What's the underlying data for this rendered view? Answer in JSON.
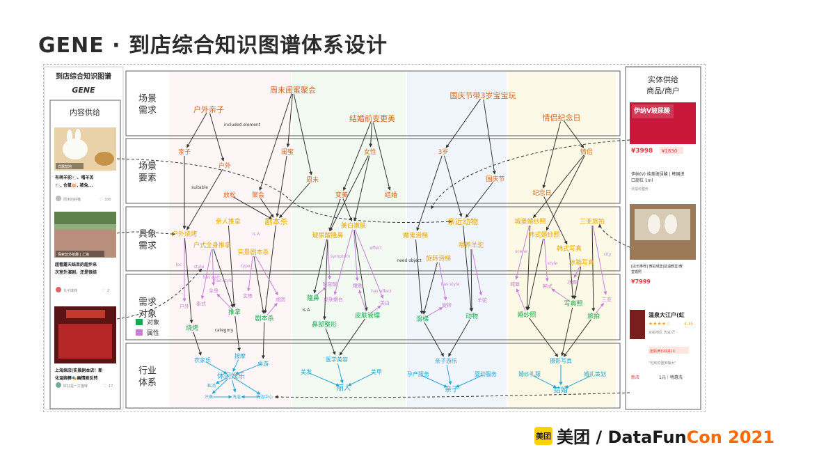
{
  "slide": {
    "title": "GENE · 到店综合知识图谱体系设计",
    "logo_badge": "美团",
    "logo_brand": "美团",
    "logo_sep": " / ",
    "logo_event_a": "DataFun",
    "logo_event_b": "Con 2021"
  },
  "left_panel": {
    "title": "到店综合知识图谱",
    "subtitle": "GENE",
    "section": "内容供给",
    "cards": [
      {
        "tag": "式露营地",
        "text_1": "有萌羊驼🐑、嘻羊羔",
        "text_2": "🐑, 仓鼠🐹, 被兔...",
        "author": "周末的好猫",
        "count": "330"
      },
      {
        "tag": "探索营外拾趣 | 上海",
        "text_1": "超看露天结束的超步来",
        "text_2": "次室外演剧，还是很结",
        "author": "丸子妹妹",
        "count": "2"
      },
      {
        "tag": "",
        "text_1": "上海探店|实景剧本店！新",
        "text_2": "化温婉棒🎭幽情剧反转",
        "author": "好好是一只猫咪",
        "count": "17"
      }
    ]
  },
  "right_panel": {
    "title_1": "实体供给",
    "title_2": "商品/商户",
    "p1_banner": "伊纳V玻尿酸",
    "p1_price": "¥3998",
    "p1_badge": "¥1830",
    "p1_l1": "伊纳(V)·纯美玻尿酸 | 韩国进",
    "p1_l2": "口部位 1ml",
    "p1_l3": "沃提科整形",
    "p2_l1": "[店长推荐] 微拍城堡|蓝温教堂/教",
    "p2_l2": "堂婚照",
    "p2_price": "¥7999",
    "p3_name": "温泉大江户(虹",
    "p3_rating": "4.35",
    "p3_area": "龙柏地区 洗浴/汗",
    "p3_tag": "团购满199减10",
    "p3_quote": "\"包房优雅安静大\"",
    "p3_new": "新店",
    "p3_foot": "1元｜特惠洗"
  },
  "rows": [
    {
      "label_1": "场景",
      "label_2": "需求"
    },
    {
      "label_1": "场景",
      "label_2": "要素"
    },
    {
      "label_1": "具象",
      "label_2": "需求"
    },
    {
      "label_1": "需求",
      "label_2": "对象"
    },
    {
      "label_1": "行业",
      "label_2": "体系"
    }
  ],
  "legend": {
    "object": "对象",
    "attribute": "属性"
  },
  "graph": {
    "scene_demands": [
      "户外亲子",
      "周末闺蜜聚会",
      "结婚前变更美",
      "国庆节带3岁宝宝玩",
      "情侣纪念日"
    ],
    "scene_elements": [
      "亲子",
      "户外",
      "放松",
      "聚会",
      "闺蜜",
      "周末",
      "女性",
      "变美",
      "结婚",
      "3岁",
      "国庆节",
      "情侣",
      "纪念日"
    ],
    "concrete_demands": [
      "户外烧烤",
      "亲人推拿",
      "剧本杀",
      "实景剧本杀",
      "户式全身推拿",
      "玻尿酸隆鼻",
      "美白嫩肤",
      "魔鬼滑梯",
      "亲近动物",
      "旋转滑梯",
      "喂养羊驼",
      "城堡婚纱照",
      "韩式婚纱照",
      "韩式写真",
      "三亚旅拍",
      "冰箱写真"
    ],
    "small_attrs": [
      "户外",
      "全身",
      "泰式",
      "实景",
      "成团",
      "玻尿酸",
      "嫩肤",
      "皮肤嫩白",
      "美白",
      "旋转",
      "羊驼",
      "城堡",
      "韩式",
      "冰箱",
      "三亚"
    ],
    "demand_objects": [
      "烧烤",
      "推拿",
      "剧本杀",
      "隆鼻",
      "鼻部整形",
      "皮肤管理",
      "滑梯",
      "动物",
      "婚纱照",
      "写真照",
      "旅拍"
    ],
    "industry_top": [
      "农家乐",
      "按摩",
      "桌游",
      "医学美容",
      "亲子游乐",
      "摄影写真"
    ],
    "industry_mid": [
      "休闲娱乐",
      "美发",
      "美甲",
      "孕产服务",
      "婴幼服务",
      "婚纱礼服",
      "婚礼策划"
    ],
    "industry_small": [
      "私汤",
      "汗蒸",
      "洗浴",
      "洗浴中心"
    ],
    "industry_bottom": [
      "丽人",
      "亲子",
      "结婚"
    ],
    "edge_labels": [
      "included element",
      "suitable",
      "is A",
      "loc",
      "style",
      "type",
      "has part",
      "has style",
      "category",
      "symptom",
      "effect",
      "has effect",
      "need object",
      "has style",
      "scene",
      "style",
      "city",
      "is A"
    ]
  }
}
